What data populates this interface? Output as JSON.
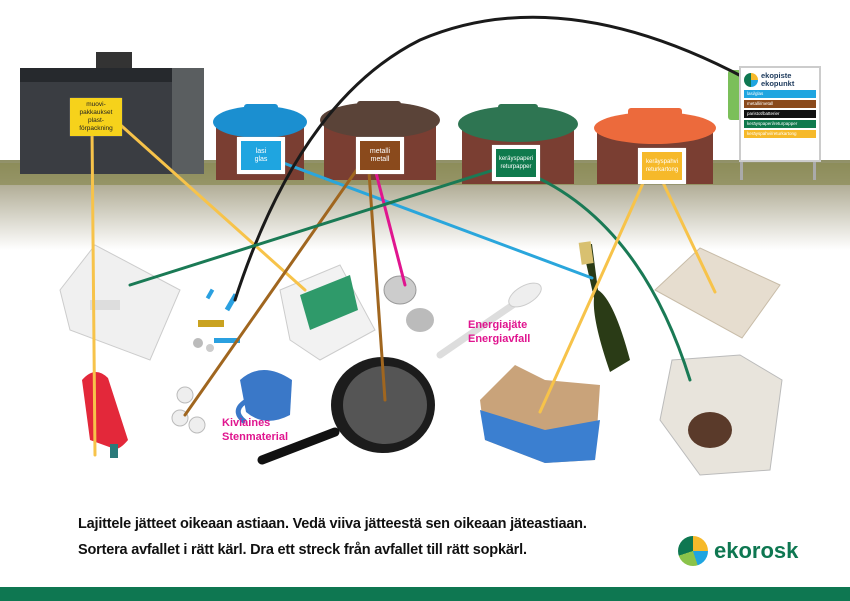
{
  "bins": {
    "plastic": {
      "label": "muovi-\npakkaukset\nplast-\nförpackning",
      "color": "#f6d21b"
    },
    "glass": {
      "label": "lasi\nglas",
      "color": "#1fa5e0"
    },
    "metal": {
      "label": "metalli\nmetall",
      "color": "#8a4a1c"
    },
    "paper": {
      "label": "keräyspaperi\nreturpapper",
      "color": "#0f7a4d"
    },
    "cardboard": {
      "label": "keräyspahvi\nreturkartong",
      "color": "#f6b92a"
    }
  },
  "ekopiste_sign": {
    "title_fi": "ekopiste",
    "title_sv": "ekopunkt",
    "rows": [
      {
        "label": "lasi/glas",
        "color": "#1fa5e0"
      },
      {
        "label": "metalli/metall",
        "color": "#8a4a1c"
      },
      {
        "label": "paristot/batterier",
        "color": "#111111"
      },
      {
        "label": "keräyspaperi/returpapper",
        "color": "#0f7a4d"
      },
      {
        "label": "keräyspahvi/returkartong",
        "color": "#f6b92a"
      }
    ]
  },
  "categories": {
    "energy_fi": "Energiajäte",
    "energy_sv": "Energiavfall",
    "stone_fi": "Kiviaines",
    "stone_sv": "Stenmaterial"
  },
  "instructions": {
    "fi": "Lajittele jätteet oikeaan astiaan. Vedä viiva jätteestä sen oikeaan jäteastiaan.",
    "sv": "Sortera avfallet i rätt kärl. Dra ett streck från avfallet till rätt sopkärl."
  },
  "logo": {
    "text": "ekorosk",
    "color": "#0e7751"
  },
  "colors": {
    "plastic_line": "#f7c34a",
    "glass_line": "#2aa6dc",
    "battery_line": "#1a1a1a",
    "metal_line": "#a0661f",
    "magenta_line": "#e0158f",
    "paper_line": "#1a7a55"
  }
}
